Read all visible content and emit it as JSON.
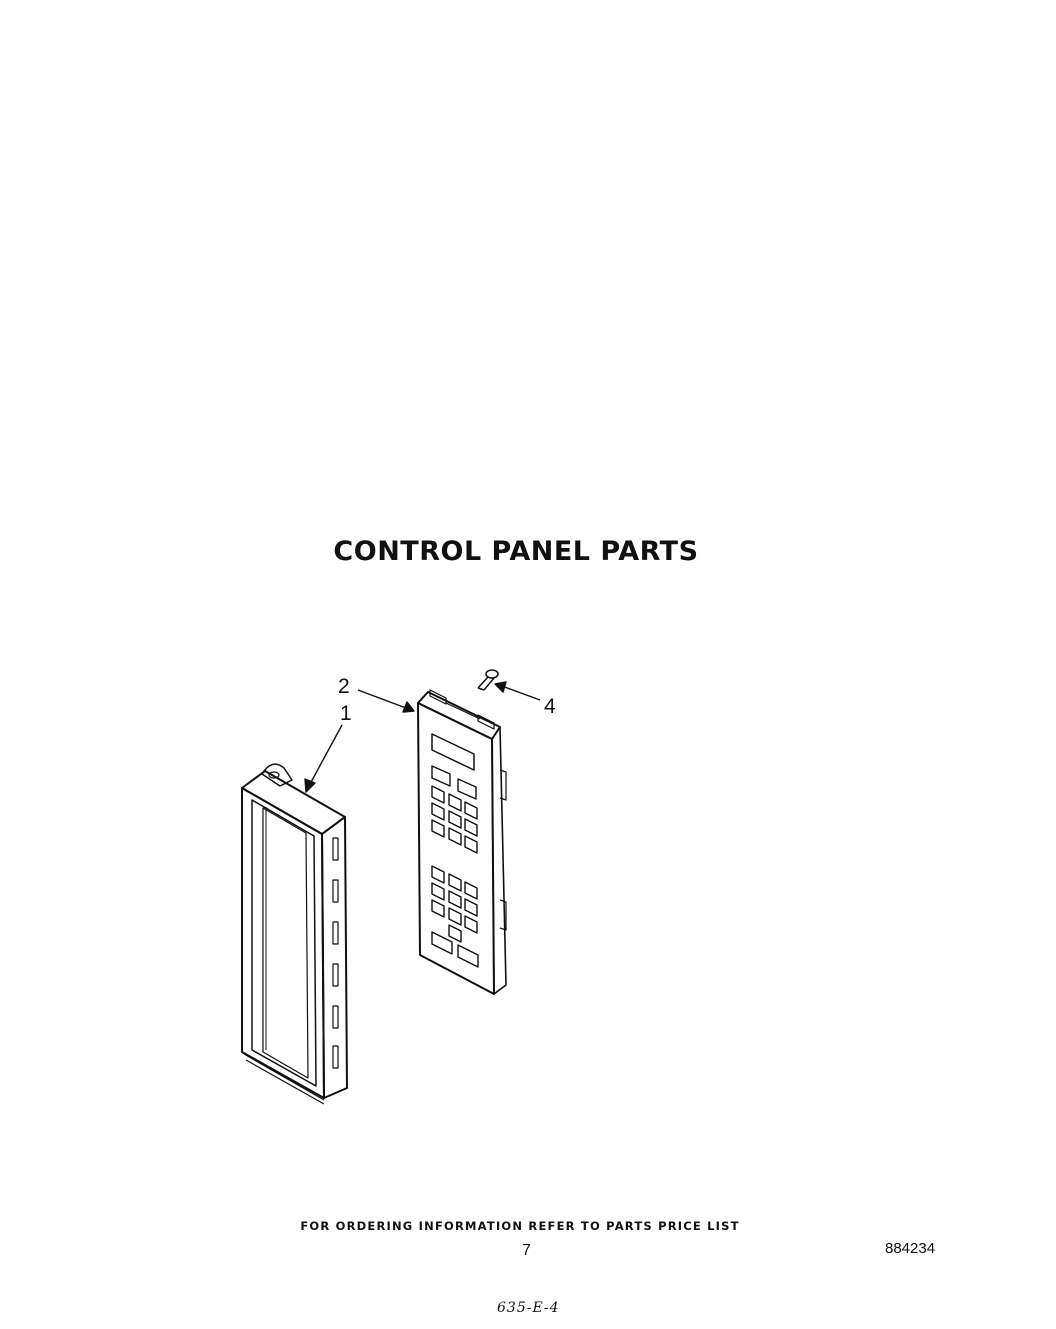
{
  "page": {
    "title": "CONTROL PANEL PARTS",
    "footer_note": "FOR ORDERING INFORMATION REFER TO PARTS PRICE LIST",
    "page_number": "7",
    "document_number": "884234",
    "handwritten_code": "635-E-4"
  },
  "diagram": {
    "callouts": [
      {
        "label": "1",
        "part": "control-panel-frame"
      },
      {
        "label": "2",
        "part": "control-panel-touchpad"
      },
      {
        "label": "4",
        "part": "screw"
      }
    ],
    "colors": {
      "ink": "#111111",
      "paper": "#ffffff"
    }
  }
}
